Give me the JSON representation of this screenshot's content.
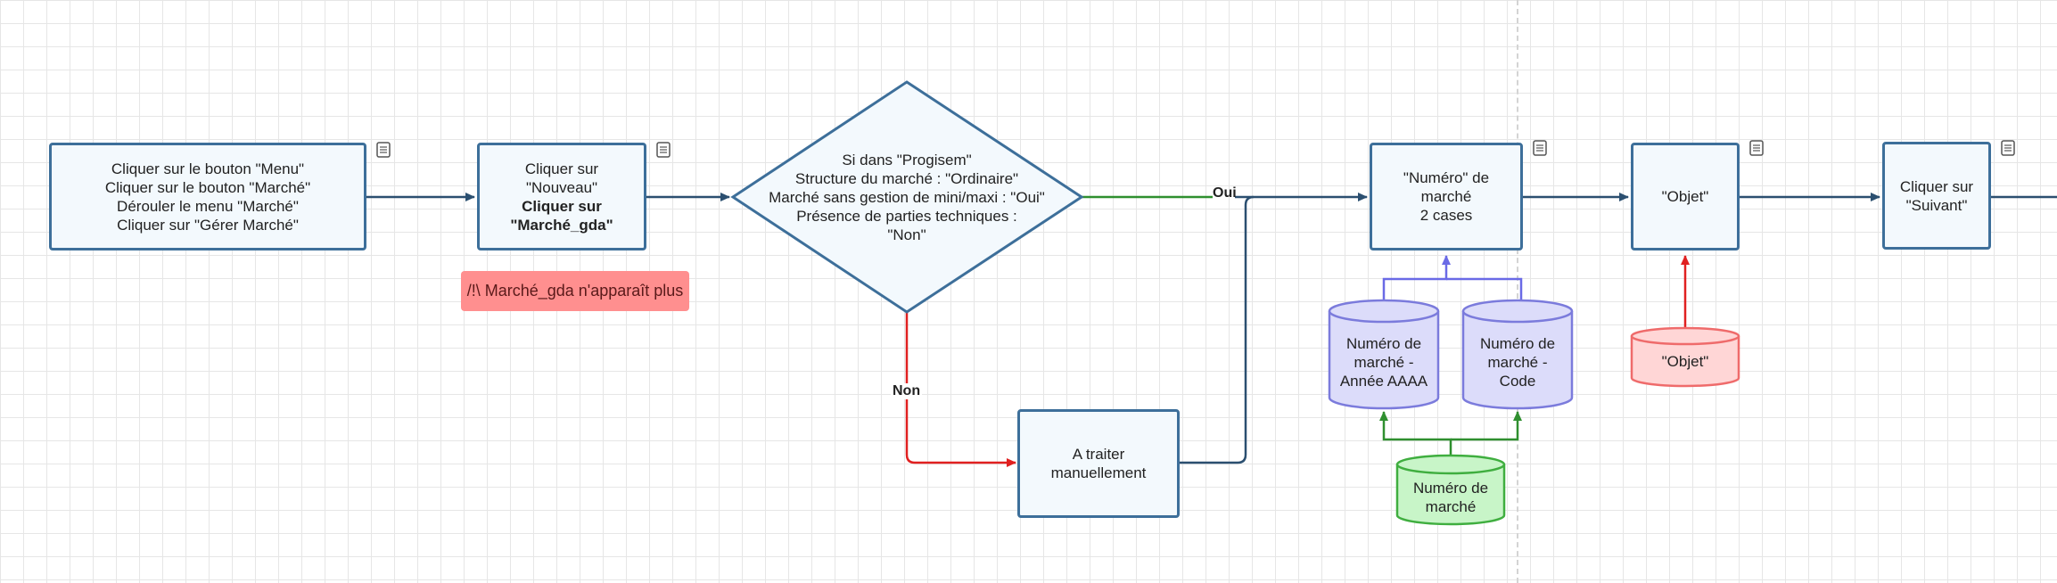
{
  "nodes": {
    "menu": {
      "lines": [
        "Cliquer sur le bouton \"Menu\"",
        "Cliquer sur le bouton \"Marché\"",
        "Dérouler le menu \"Marché\"",
        "Cliquer sur \"Gérer Marché\""
      ]
    },
    "nouveau": {
      "lines": [
        "Cliquer sur",
        "\"Nouveau\""
      ],
      "bold_lines": [
        "Cliquer sur",
        "\"Marché_gda\""
      ]
    },
    "decision": {
      "lines": [
        "Si dans \"Progisem\"",
        "Structure du marché : \"Ordinaire\"",
        "Marché sans gestion de mini/maxi : \"Oui\"",
        "Présence de parties techniques :",
        "\"Non\""
      ]
    },
    "numero": {
      "lines": [
        "\"Numéro\" de",
        "marché",
        "2 cases"
      ]
    },
    "objet": {
      "lines": [
        "\"Objet\""
      ]
    },
    "suivant": {
      "lines": [
        "Cliquer sur",
        "\"Suivant\""
      ]
    },
    "manuel": {
      "lines": [
        "A traiter",
        "manuellement"
      ]
    }
  },
  "warning": {
    "text": "/!\\ Marché_gda n'apparaît plus"
  },
  "cylinders": {
    "annee": {
      "lines": [
        "Numéro de",
        "marché -",
        "Année AAAA"
      ]
    },
    "code": {
      "lines": [
        "Numéro de",
        "marché -",
        "Code"
      ]
    },
    "numero_src": {
      "lines": [
        "Numéro de",
        "marché"
      ]
    },
    "objet_src": {
      "lines": [
        "\"Objet\""
      ]
    }
  },
  "edge_labels": {
    "oui": "Oui",
    "non": "Non"
  },
  "colors": {
    "process_stroke": "#3d6f9a",
    "process_fill": "#f3f9fd",
    "edge_default": "#2b4f70",
    "edge_yes": "#2f8f2f",
    "edge_no": "#e02020",
    "purple_fill": "#dcdcfa",
    "purple_stroke": "#7b7bdc",
    "green_fill": "#c8f5c8",
    "green_stroke": "#3fae3f",
    "red_fill": "#ffd6d6",
    "red_stroke": "#ef6b6b",
    "warning_fill": "#ff8f8f"
  }
}
